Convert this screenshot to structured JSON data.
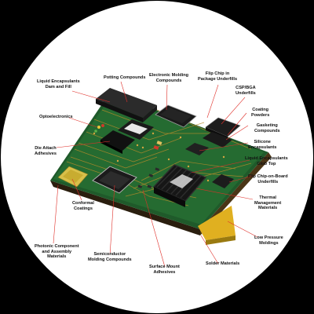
{
  "diagram": {
    "labels": {
      "potting": "Potting Compounds",
      "electronic_molding": "Electronic Molding\nCompounds",
      "flip_chip_package": "Flip Chip in\nPackage Underfills",
      "liquid_encapsulants": "Liquid Encapsulants\nDam and Fill",
      "csp_bga": "CSP/BGA\nUnderfills",
      "optoelectronics": "Optoelectronics",
      "coating_powders": "Coating\nPowders",
      "gasketing": "Gasketing\nCompounds",
      "silicone": "Silicone\nEncapsulants",
      "die_attach": "Die Attach\nAdhesives",
      "glob_top": "Liquid Encapsulants\nGlob Top",
      "flip_chip_board": "Flip Chip-on-Board\nUnderfills",
      "thermal": "Thermal\nManagement\nMaterials",
      "conformal": "Conformal\nCoatings",
      "low_pressure": "Low Pressure\nMoldings",
      "photonic": "Photonic Component\nand Assembly\nMaterials",
      "semiconductor": "Semiconductor\nMolding Compounds",
      "smt_adhesives": "Surface Mount\nAdhesives",
      "solder": "Solder Materials"
    },
    "colors": {
      "board_top": "#1f5a2a",
      "board_edge": "#3a2a14",
      "trace": "#b58a2a",
      "leader": "#e0302a",
      "gold": "#e0b020"
    }
  }
}
